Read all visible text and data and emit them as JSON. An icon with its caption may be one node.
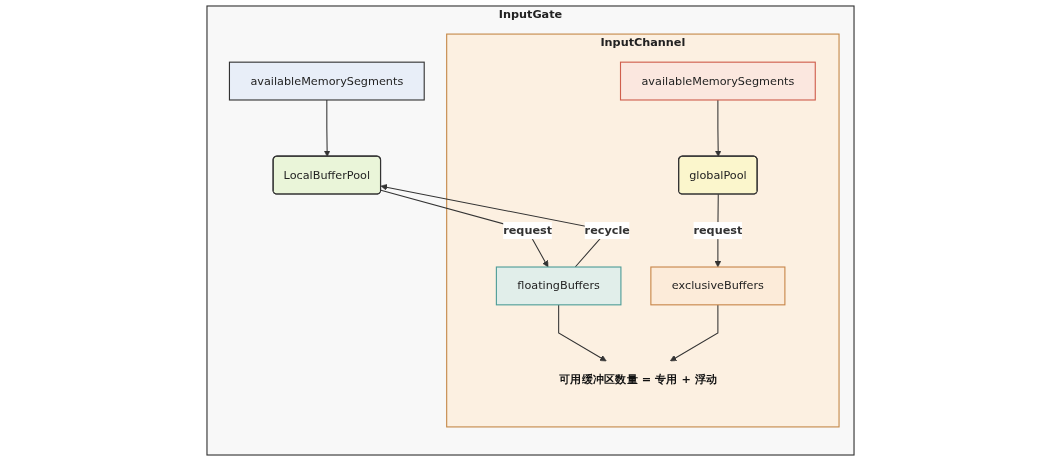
{
  "diagram": {
    "nodes": [
      {
        "text": [
          "InputGate"
        ]
      },
      {
        "text": [
          "InputChannel"
        ],
        "in": 0
      },
      {
        "text": [
          "LocalBufferPool"
        ],
        "in": 0
      },
      {
        "text": [
          "globalPool"
        ],
        "in": 1
      },
      {
        "text": [
          "floatingBuffers"
        ],
        "in": 1
      },
      {
        "text": [
          "exclusiveBuffers"
        ],
        "in": 1
      },
      {
        "text": [
          "availableMemorySegments"
        ],
        "in": 0
      },
      {
        "text": [
          "availableMemorySegments"
        ],
        "in": 1
      },
      {
        "text": [
          "可用缓冲区数量 = 专用 + 浮动"
        ],
        "in": 1
      }
    ],
    "edges": [
      {
        "from": 6,
        "to": 2,
        "arrow": "to"
      },
      {
        "from": 2,
        "to": 4,
        "arrow": "to",
        "label": "request"
      },
      {
        "from": 4,
        "to": 2,
        "arrow": "to",
        "label": "recycle"
      },
      {
        "from": 3,
        "to": 5,
        "arrow": "to",
        "label": "request"
      },
      {
        "from": 7,
        "to": 3,
        "arrow": "to"
      },
      {
        "from": 4,
        "to": 8,
        "arrow": "to"
      },
      {
        "from": 5,
        "to": 8,
        "arrow": "to"
      }
    ]
  }
}
